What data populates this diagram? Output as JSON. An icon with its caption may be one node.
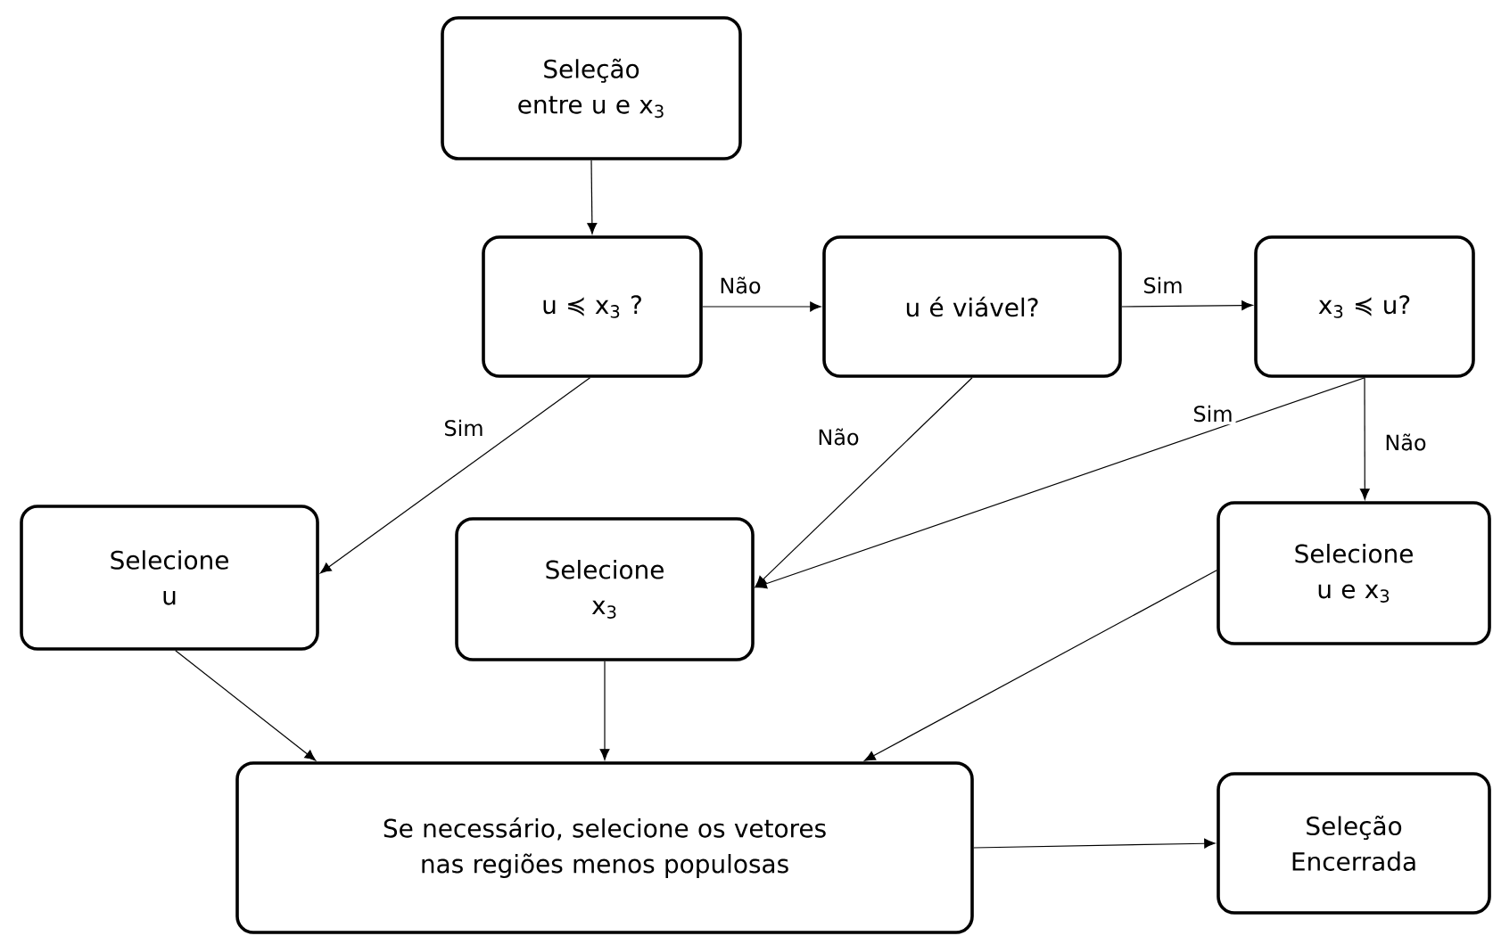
{
  "diagram": {
    "nodes": [
      {
        "text": [
          "Seleção entre u e x$_{3}$"
        ]
      },
      {
        "text": [
          "u ≼ x$_{3}$ ?"
        ]
      },
      {
        "text": [
          "u é viável?"
        ]
      },
      {
        "text": [
          "x$_{3}$ ≼ u?"
        ]
      },
      {
        "text": [
          "Selecione u"
        ]
      },
      {
        "text": [
          "Selecione x$_{3}$"
        ]
      },
      {
        "text": [
          "Selecione u e x$_{3}$"
        ]
      },
      {
        "text": [
          "Se necessário, selecione os vetores nas regiões menos populosas"
        ]
      },
      {
        "text": [
          "Seleção Encerrada"
        ]
      }
    ],
    "edges": [
      {
        "from": 0,
        "to": 1,
        "arrow": "to"
      },
      {
        "from": 1,
        "to": 2,
        "arrow": "to",
        "label": "Não"
      },
      {
        "from": 2,
        "to": 3,
        "arrow": "to",
        "label": "Sim"
      },
      {
        "from": 1,
        "to": 4,
        "arrow": "to",
        "label": "Sim"
      },
      {
        "from": 2,
        "to": 5,
        "arrow": "to",
        "label": "Não"
      },
      {
        "from": 3,
        "to": 5,
        "arrow": "to",
        "label": "Sim"
      },
      {
        "from": 3,
        "to": 6,
        "arrow": "to",
        "label": "Não"
      },
      {
        "from": 4,
        "to": 7,
        "arrow": "to"
      },
      {
        "from": 5,
        "to": 7,
        "arrow": "to"
      },
      {
        "from": 6,
        "to": 7,
        "arrow": "to"
      },
      {
        "from": 7,
        "to": 8,
        "arrow": "to"
      }
    ]
  }
}
